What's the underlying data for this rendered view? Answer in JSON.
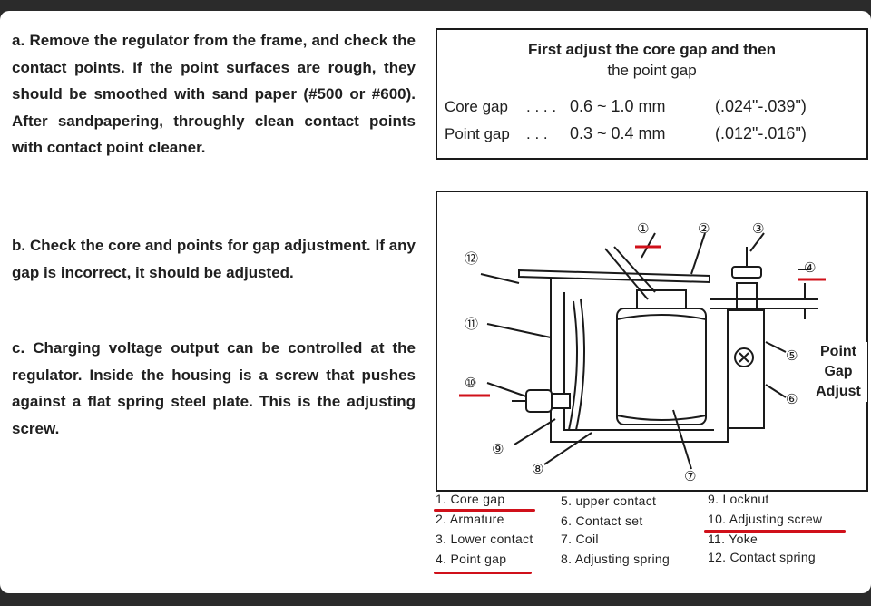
{
  "steps": [
    {
      "lead": "a.",
      "text": "Remove the regulator from the frame, and check the contact points. If the point surfaces are rough, they should be smoothed with sand paper (#500 or #600). After sandpapering, throughly clean contact points with contact point cleaner."
    },
    {
      "lead": "b.",
      "text": "Check the core and points for gap adjustment. If any gap is incorrect, it should be adjusted."
    },
    {
      "lead": "c.",
      "text": "Charging voltage output can be controlled at the regulator. Inside the housing is a screw that pushes against a flat spring steel plate. This is the adjusting screw."
    }
  ],
  "note": {
    "title_line1": "First adjust the core gap and then",
    "title_line2": "the point gap",
    "rows": [
      {
        "label": "Core gap",
        "dots": ". . . .",
        "metric": "0.6 ~ 1.0 mm",
        "imperial": "(.024\"-.039\")"
      },
      {
        "label": "Point gap",
        "dots": ". . .",
        "metric": "0.3 ~ 0.4 mm",
        "imperial": "(.012\"-.016\")"
      }
    ]
  },
  "diagram": {
    "callouts": [
      "①",
      "②",
      "③",
      "④",
      "⑤",
      "⑥",
      "⑦",
      "⑧",
      "⑨",
      "⑩",
      "⑪",
      "⑫"
    ],
    "side_label": [
      "Point",
      "Gap",
      "Adjust"
    ]
  },
  "legend": {
    "col1": [
      "1.  Core gap",
      "2.  Armature",
      "3.  Lower contact",
      "4.  Point gap"
    ],
    "col2": [
      "5.  upper  contact",
      "6.  Contact set",
      "7.  Coil",
      "8.  Adjusting spring"
    ],
    "col3": [
      "9.  Locknut",
      "10.  Adjusting screw",
      "11.  Yoke",
      "12.  Contact spring"
    ]
  },
  "colors": {
    "highlight": "#d0101a",
    "ink": "#1f1f1f",
    "frame": "#2b2b2b"
  }
}
